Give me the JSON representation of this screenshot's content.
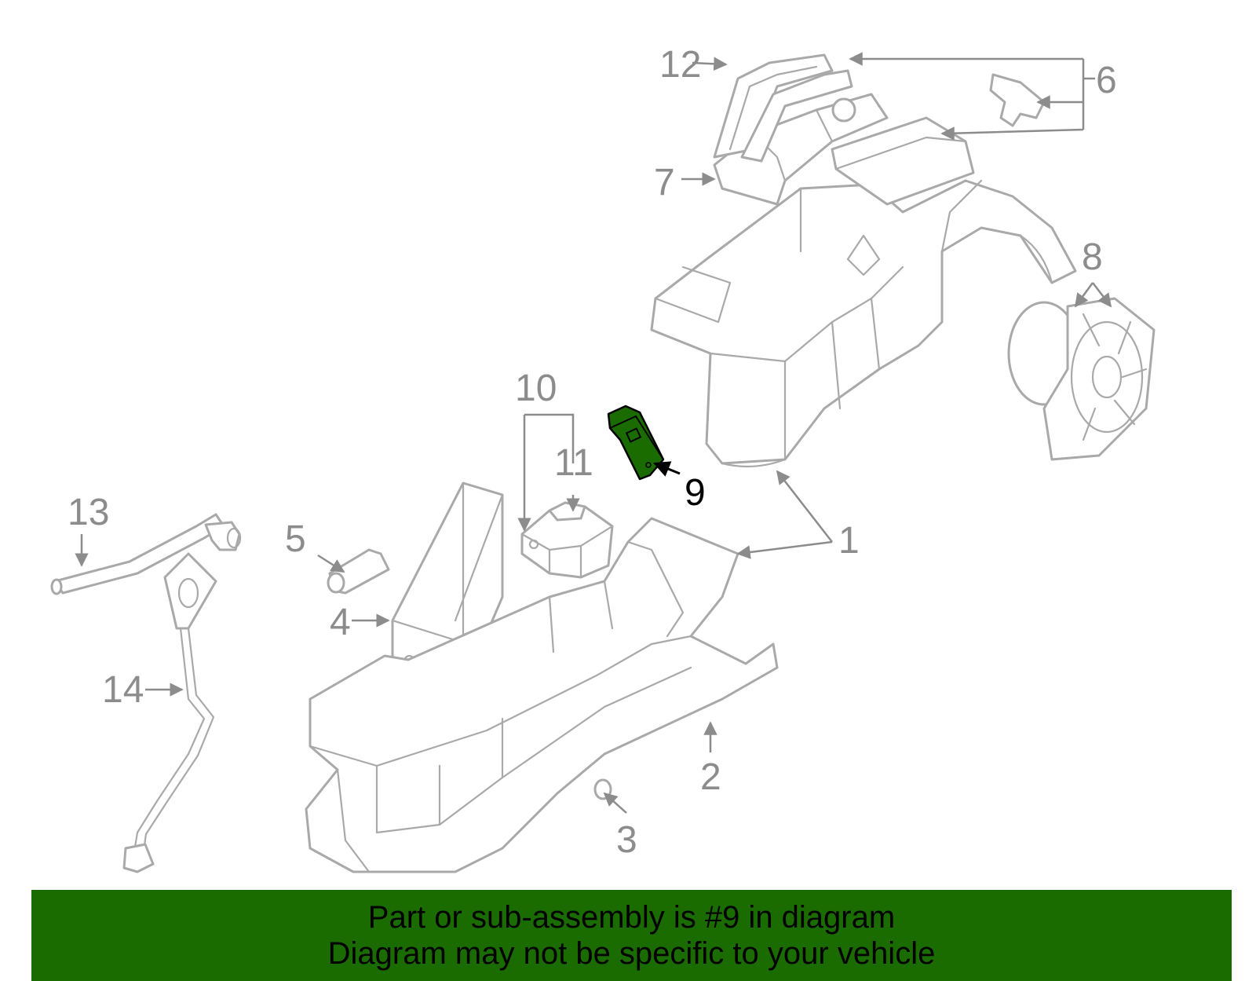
{
  "diagram": {
    "highlight_color": "#1a6b00",
    "callouts": {
      "c1": "1",
      "c2": "2",
      "c3": "3",
      "c4": "4",
      "c5": "5",
      "c6": "6",
      "c7": "7",
      "c8": "8",
      "c9": "9",
      "c10": "10",
      "c11": "11",
      "c12": "12",
      "c13": "13",
      "c14": "14"
    },
    "highlighted_part": "9"
  },
  "banner": {
    "line1": "Part or sub-assembly is #9 in diagram",
    "line2": "Diagram may not be specific to your vehicle",
    "background": "#1a6b00"
  }
}
